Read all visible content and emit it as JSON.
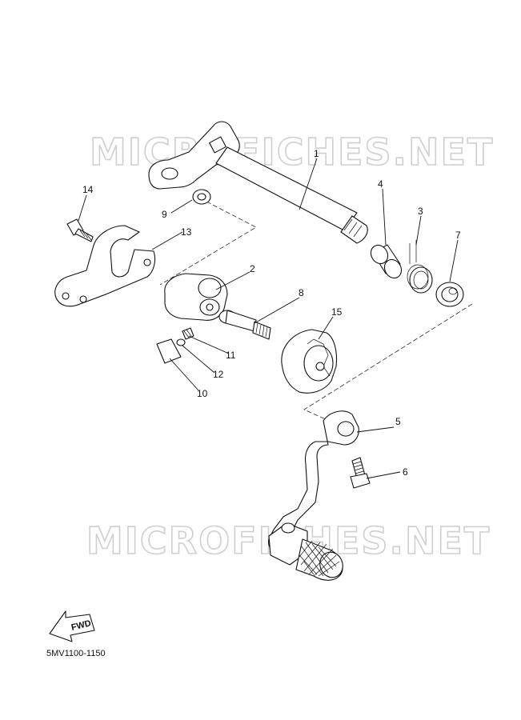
{
  "watermark": {
    "text": "MICROFICHES.NET"
  },
  "diagram_code": "5MV1100-1150",
  "fwd_label": "FWD",
  "callouts": [
    {
      "id": "1",
      "label": "1"
    },
    {
      "id": "2",
      "label": "2"
    },
    {
      "id": "3",
      "label": "3"
    },
    {
      "id": "4",
      "label": "4"
    },
    {
      "id": "5",
      "label": "5"
    },
    {
      "id": "6",
      "label": "6"
    },
    {
      "id": "7",
      "label": "7"
    },
    {
      "id": "8",
      "label": "8"
    },
    {
      "id": "9",
      "label": "9"
    },
    {
      "id": "10",
      "label": "10"
    },
    {
      "id": "11",
      "label": "11"
    },
    {
      "id": "12",
      "label": "12"
    },
    {
      "id": "13",
      "label": "13"
    },
    {
      "id": "14",
      "label": "14"
    },
    {
      "id": "15",
      "label": "15"
    }
  ]
}
